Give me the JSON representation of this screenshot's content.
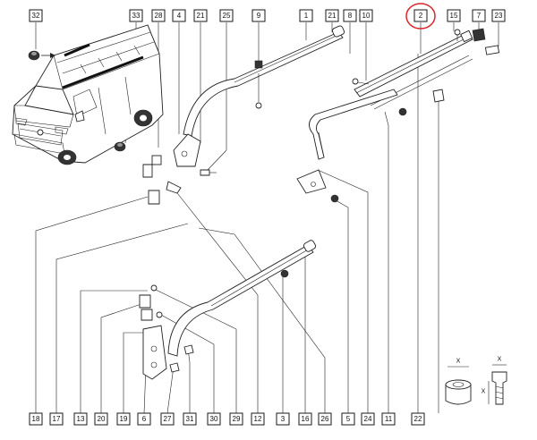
{
  "diagram": {
    "top_callouts": [
      "32",
      "33",
      "28",
      "4",
      "21",
      "25",
      "9",
      "1",
      "21",
      "8",
      "10",
      "2",
      "15",
      "7",
      "23"
    ],
    "bottom_callouts": [
      "18",
      "17",
      "13",
      "20",
      "19",
      "6",
      "27",
      "31",
      "30",
      "29",
      "12",
      "3",
      "16",
      "26",
      "5",
      "24",
      "11",
      "22"
    ],
    "highlighted_callout": "2",
    "highlight_color": "#d6262b",
    "dimension_labels": [
      "X",
      "X",
      "X"
    ]
  }
}
